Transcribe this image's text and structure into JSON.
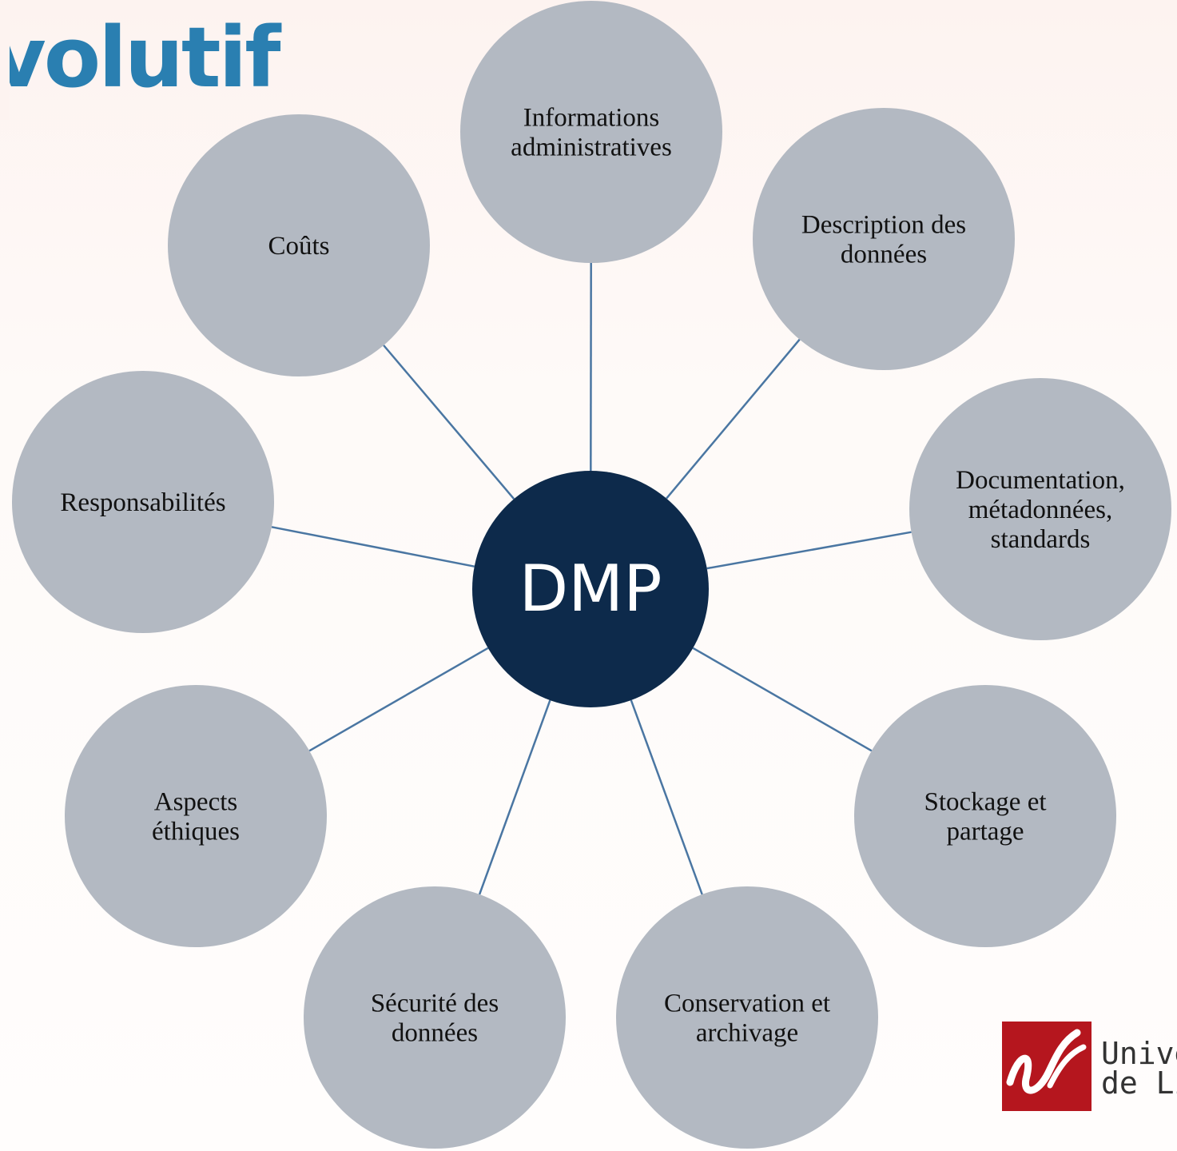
{
  "slide": {
    "title": "volutif"
  },
  "diagram": {
    "center": "DMP",
    "colors": {
      "center": "#0d2a4b",
      "node": "#b3b9c2",
      "connector": "#4a76a2"
    },
    "nodes": [
      {
        "id": "informations",
        "lines": [
          "Informations",
          "administratives"
        ]
      },
      {
        "id": "description",
        "lines": [
          "Description des",
          "données"
        ]
      },
      {
        "id": "documentation",
        "lines": [
          "Documentation,",
          "métadonnées,",
          "standards"
        ]
      },
      {
        "id": "stockage",
        "lines": [
          "Stockage et",
          "partage"
        ]
      },
      {
        "id": "conservation",
        "lines": [
          "Conservation et",
          "archivage"
        ]
      },
      {
        "id": "securite",
        "lines": [
          "Sécurité des",
          "données"
        ]
      },
      {
        "id": "ethique",
        "lines": [
          "Aspects",
          "éthiques"
        ]
      },
      {
        "id": "responsabilites",
        "lines": [
          "Responsabilités"
        ]
      },
      {
        "id": "couts",
        "lines": [
          "Coûts"
        ]
      }
    ]
  },
  "logo": {
    "monogram": "ul",
    "text_lines": [
      "Unive",
      "de Li"
    ],
    "color": "#b5161e"
  }
}
